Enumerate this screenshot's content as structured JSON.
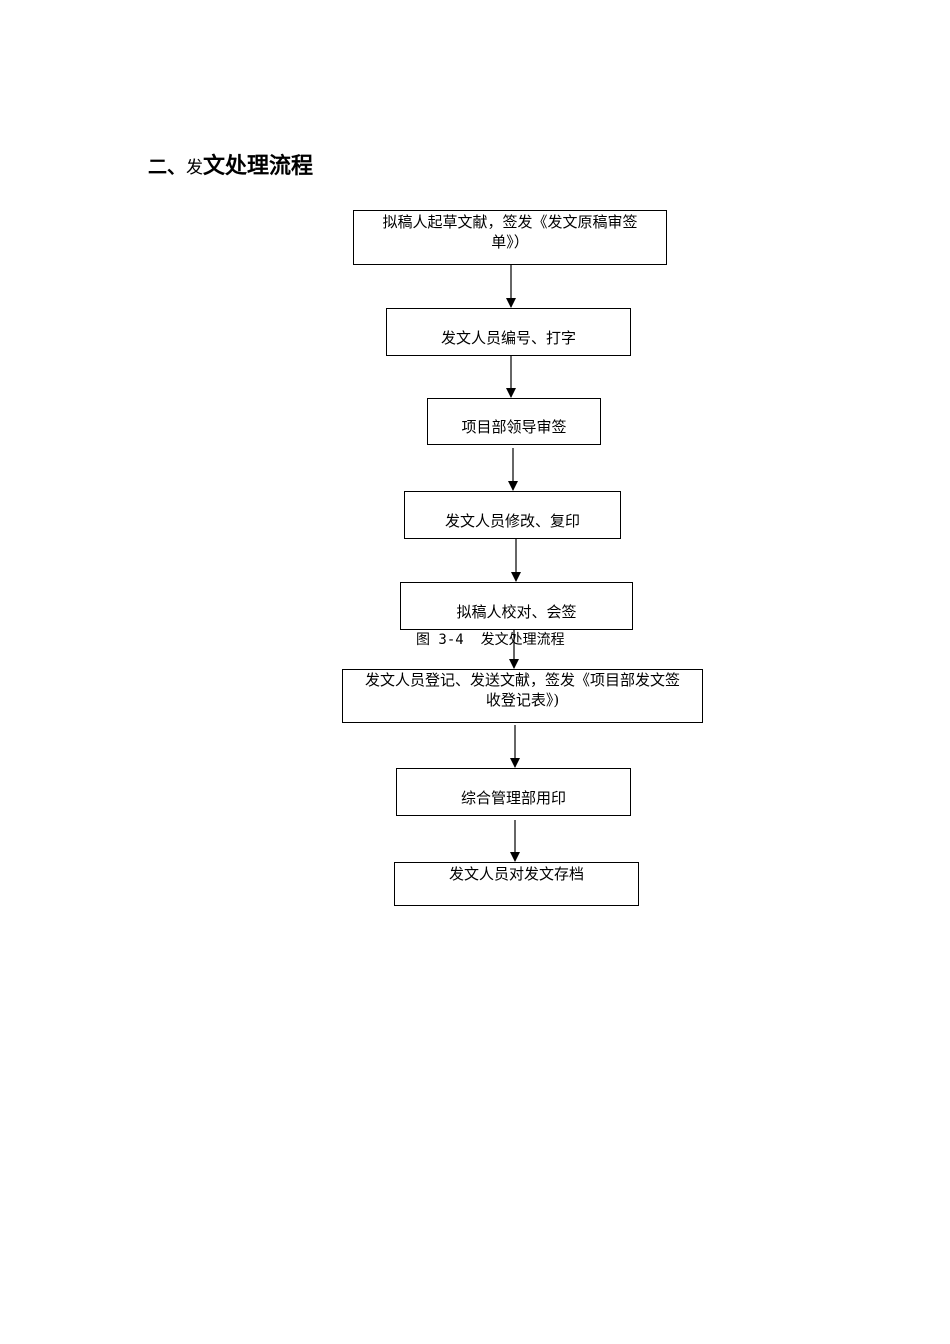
{
  "heading": {
    "prefix": "二、",
    "small": "发",
    "main": "文处理流程"
  },
  "steps": [
    "拟稿人起草文献，签发《发文原稿审签单》）",
    "发文人员编号、打字",
    "项目部领导审签",
    "发文人员修改、复印",
    "拟稿人校对、会签",
    "发文人员登记、发送文献，签发《项目部发文签收登记表》）",
    "综合管理部用印",
    "发文人员对发文存档"
  ],
  "step_lines": {
    "s1_line1": "拟稿人起草文献，签发《发文原稿审签",
    "s1_line2": "单》）",
    "s6_line1": "发文人员登记、发送文献，签发《项目部发文签",
    "s6_line2": "收登记表》)"
  },
  "caption": "图 3-4  发文处理流程"
}
